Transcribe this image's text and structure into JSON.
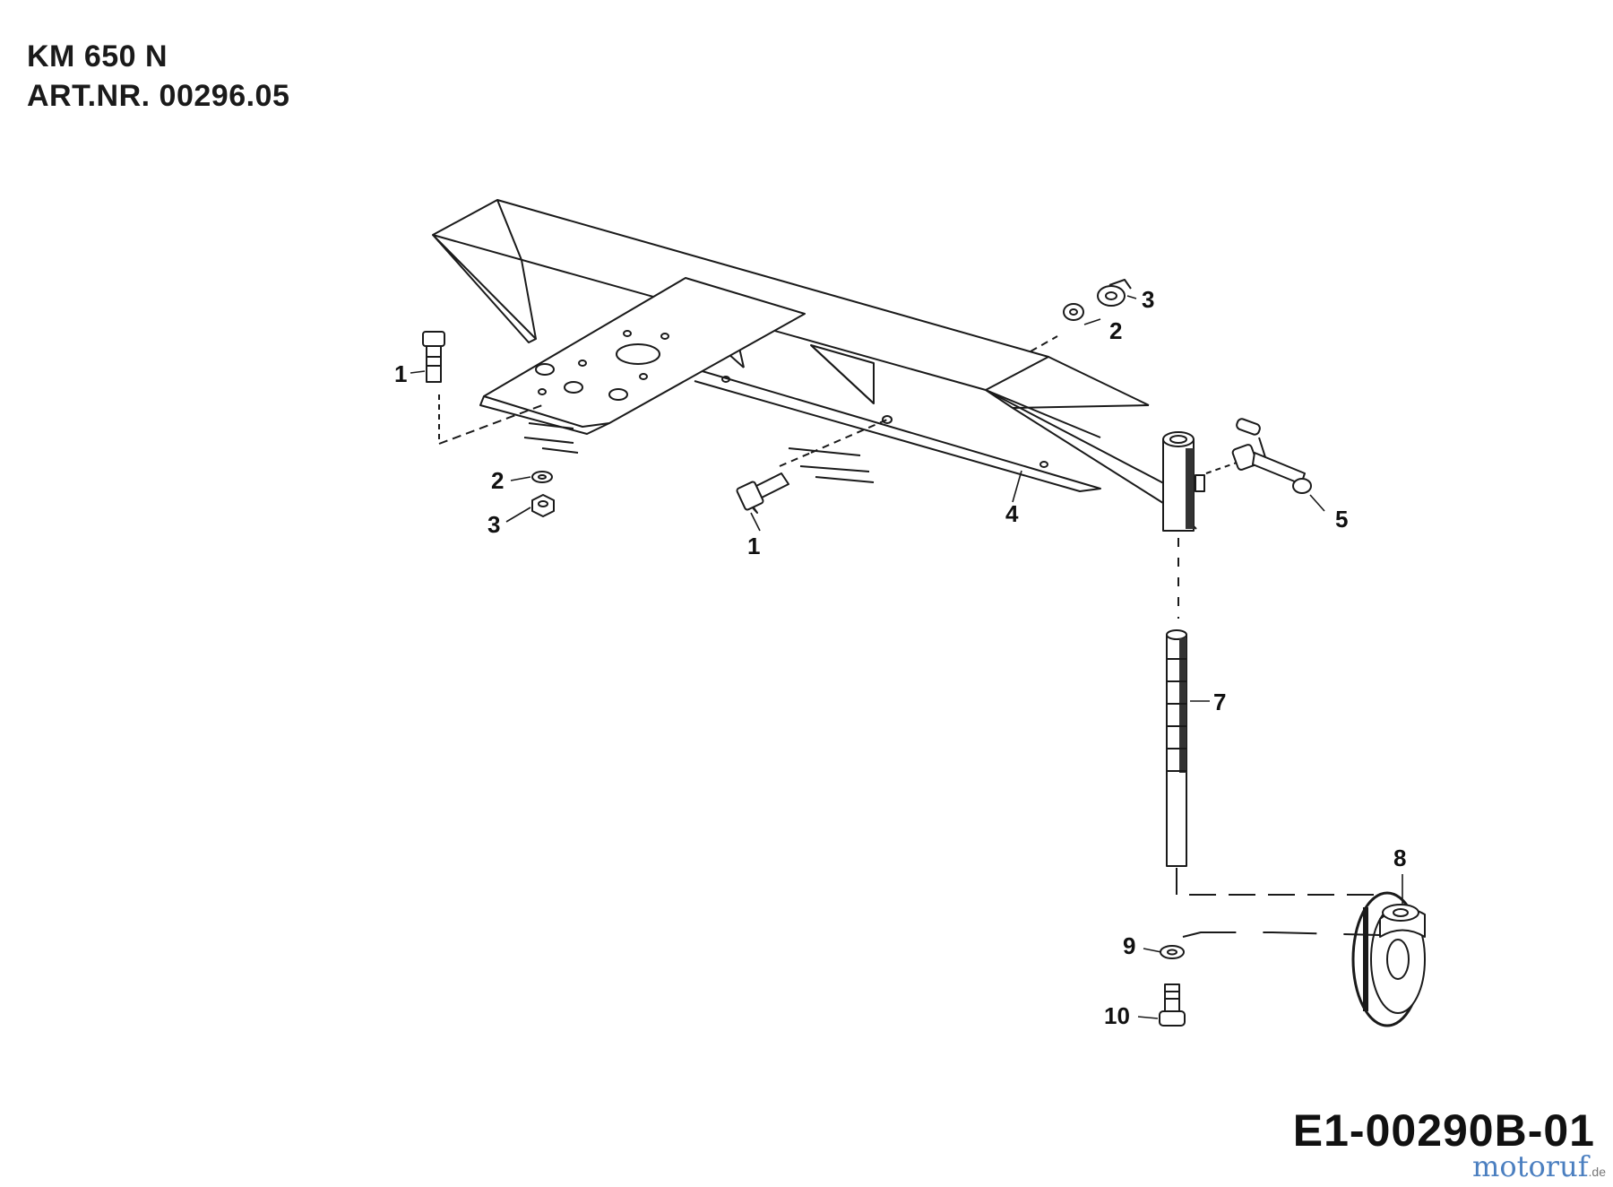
{
  "header": {
    "model": "KM 650 N",
    "article_number": "ART.NR. 00296.05"
  },
  "callouts": {
    "c1a": "1",
    "c1b": "1",
    "c2a": "2",
    "c2b": "2",
    "c3a": "3",
    "c3b": "3",
    "c4": "4",
    "c5": "5",
    "c7": "7",
    "c8": "8",
    "c9": "9",
    "c10": "10"
  },
  "footer": {
    "document_id": "E1-00290B-01",
    "watermark": "motoruf",
    "watermark_tld": ".de"
  }
}
